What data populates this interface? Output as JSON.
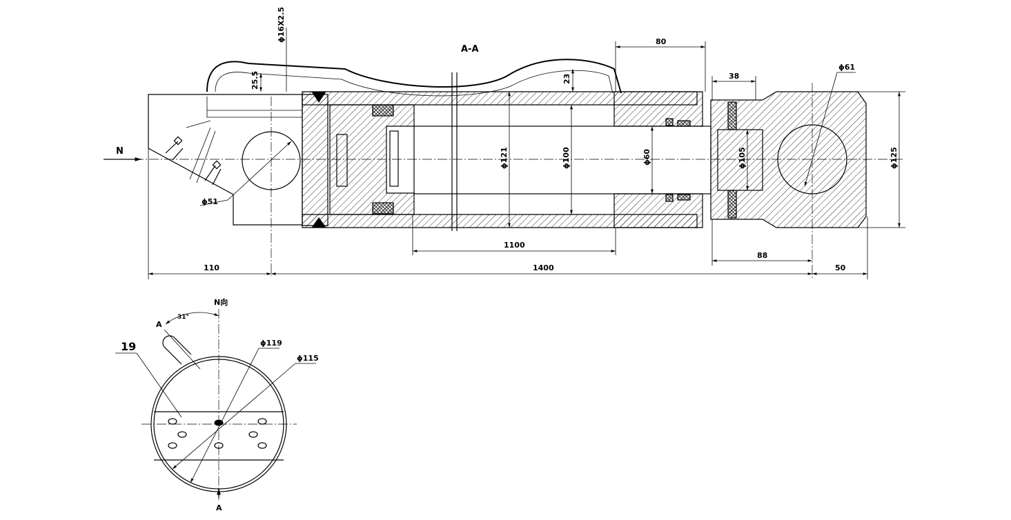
{
  "section_label": "A-A",
  "view_label": "N向",
  "arrow_label_n": "N",
  "cut_label_a_top": "A",
  "cut_label_a_bottom": "A",
  "part_number": "19",
  "angle_label": "31°",
  "dimensions": {
    "pipe": "ϕ16X2.5",
    "pipe_offset_left": "25.5",
    "pipe_offset_right": "23",
    "d80": "80",
    "d38": "38",
    "d61": "ϕ61",
    "d51": "ϕ51",
    "d121": "ϕ121",
    "d100": "ϕ100",
    "d60": "ϕ60",
    "d105": "ϕ105",
    "d125": "ϕ125",
    "d1100": "1100",
    "d88": "88",
    "d110": "110",
    "d1400": "1400",
    "d50": "50",
    "d119": "ϕ119",
    "d115": "ϕ115"
  }
}
